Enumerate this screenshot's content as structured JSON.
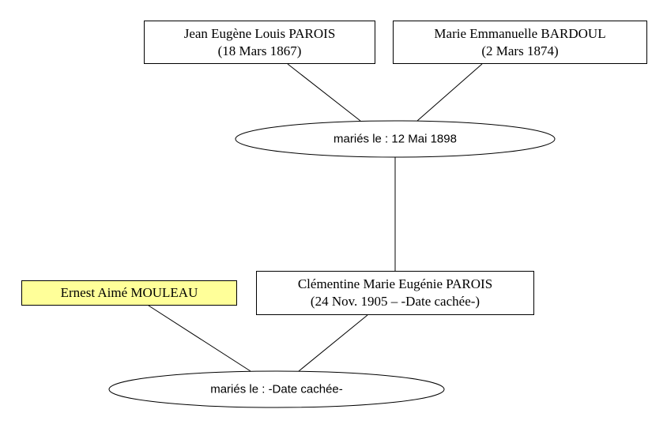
{
  "colors": {
    "line": "#000000",
    "box_border": "#000000",
    "box_fill": "#ffffff",
    "highlight_fill": "#ffff99"
  },
  "persons": {
    "father": {
      "name": "Jean Eugène Louis PAROIS",
      "dates": "(18 Mars 1867)"
    },
    "mother": {
      "name": "Marie Emmanuelle BARDOUL",
      "dates": "(2 Mars 1874)"
    },
    "child": {
      "name": "Clémentine Marie Eugénie PAROIS",
      "dates": "(24 Nov. 1905 – -Date cachée-)"
    },
    "spouse": {
      "name": "Ernest Aimé MOULEAU"
    }
  },
  "marriages": {
    "parents": {
      "label": "mariés le : 12 Mai 1898"
    },
    "child": {
      "label": "mariés le : -Date cachée-"
    }
  }
}
